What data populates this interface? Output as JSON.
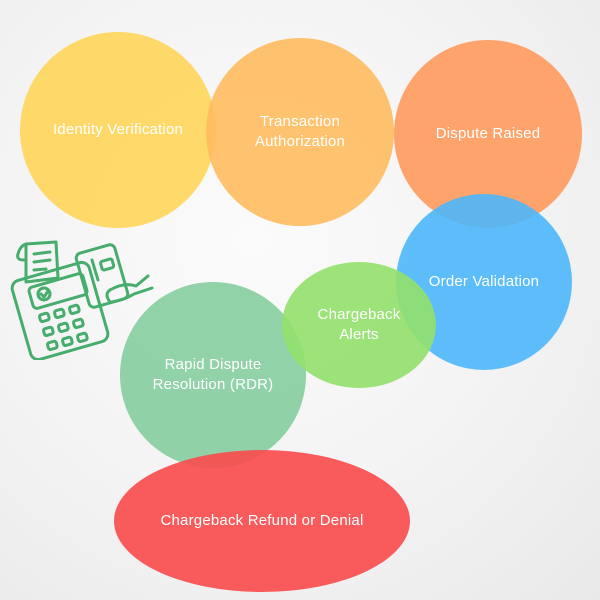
{
  "colors": {
    "identity": "#ffd65a",
    "authorization": "#ffbb5f",
    "dispute": "#ff9a5d",
    "order": "#4db7fb",
    "alerts": "#92e06c",
    "rdr": "#86cd9f",
    "refund": "#f94a4c",
    "icon": "#47ad6c"
  },
  "icon_name": "payment-terminal-icon",
  "bubbles": {
    "identity": "Identity Verification",
    "authorization": "Transaction\nAuthorization",
    "dispute": "Dispute Raised",
    "order": "Order Validation",
    "alerts": "Chargeback\nAlerts",
    "rdr": "Rapid Dispute\nResolution (RDR)",
    "refund": "Chargeback Refund or Denial"
  }
}
